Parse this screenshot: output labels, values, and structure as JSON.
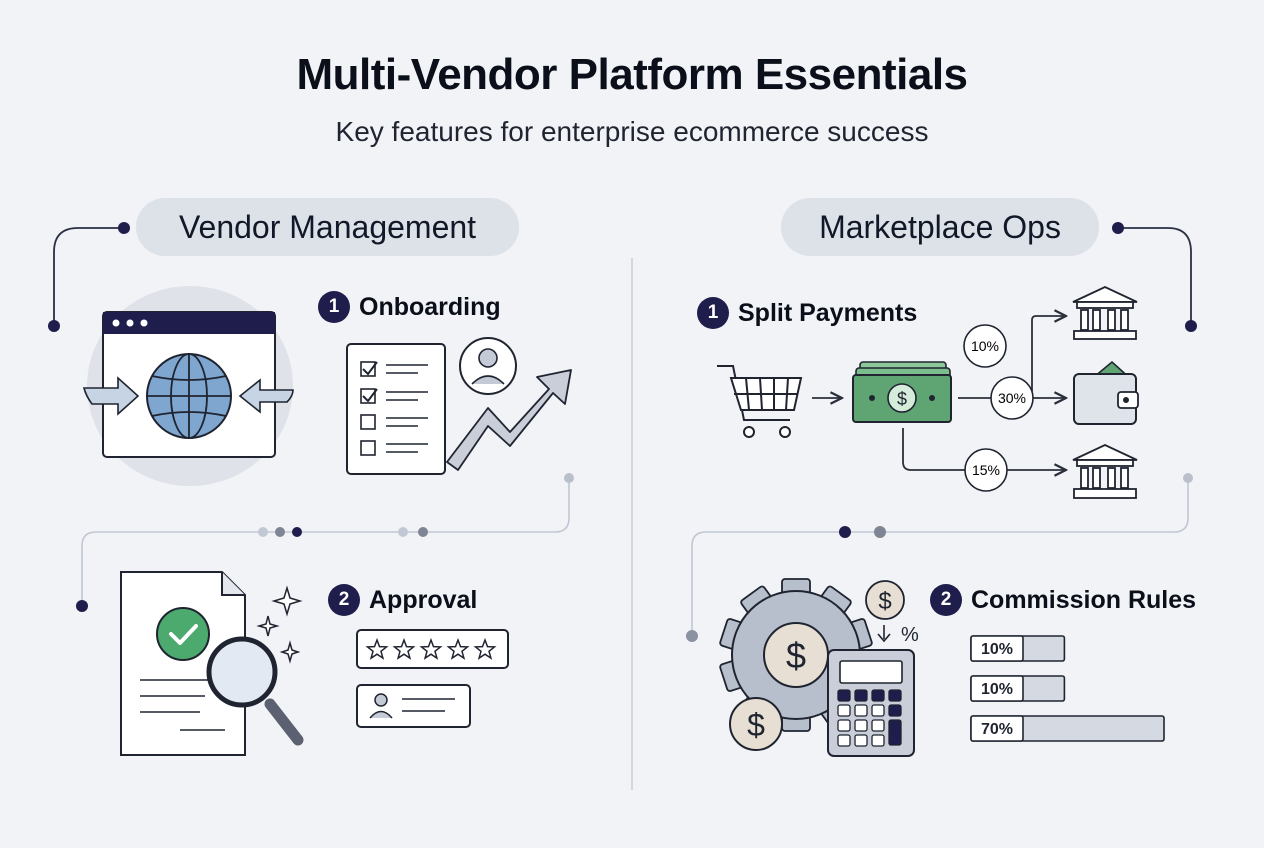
{
  "header": {
    "title": "Multi-Vendor Platform Essentials",
    "subtitle": "Key features for enterprise ecommerce success"
  },
  "sections": {
    "vendor_management": {
      "heading": "Vendor Management",
      "steps": [
        {
          "number": "1",
          "label": "Onboarding"
        },
        {
          "number": "2",
          "label": "Approval"
        }
      ]
    },
    "marketplace_ops": {
      "heading": "Marketplace Ops",
      "steps": [
        {
          "number": "1",
          "label": "Split Payments"
        },
        {
          "number": "2",
          "label": "Commission Rules"
        }
      ],
      "split_payments": {
        "shares": [
          "10%",
          "30%",
          "15%"
        ]
      },
      "commission_rules": {
        "percent_symbol": "%",
        "bars": [
          {
            "label": "10%",
            "fill": 0.1
          },
          {
            "label": "10%",
            "fill": 0.1
          },
          {
            "label": "70%",
            "fill": 0.7
          }
        ]
      }
    }
  },
  "colors": {
    "background": "#f1f3f7",
    "navy": "#1f1d4b",
    "money_green": "#5fa574",
    "globe_blue": "#7ea6cf",
    "check_green": "#4caa6f",
    "gear_gray": "#b7bfcc"
  },
  "icons": [
    "browser-window-icon",
    "globe-icon",
    "checklist-icon",
    "user-avatar-icon",
    "growth-arrow-icon",
    "document-icon",
    "check-badge-icon",
    "magnifier-icon",
    "sparkle-icon",
    "star-rating-icon",
    "id-card-icon",
    "shopping-cart-icon",
    "banknote-icon",
    "bank-icon",
    "wallet-icon",
    "gear-icon",
    "dollar-coin-icon",
    "calculator-icon"
  ]
}
